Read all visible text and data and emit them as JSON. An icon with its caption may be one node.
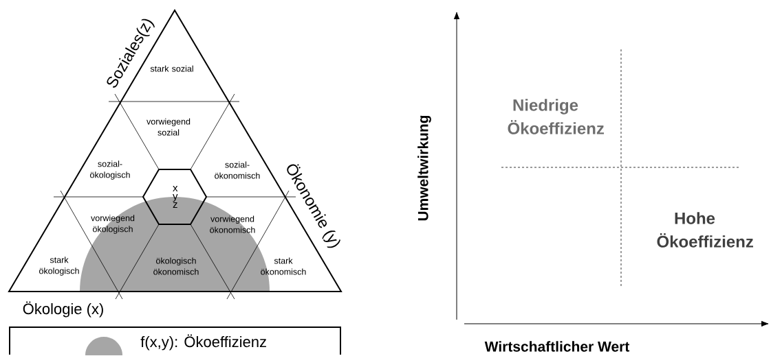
{
  "diagram": {
    "nodes": [
      {
        "text": [
          "stark sozial"
        ]
      },
      {
        "text": [
          "vorwiegend sozial"
        ]
      },
      {
        "text": [
          "sozial- ökologisch"
        ]
      },
      {
        "text": [
          "x y z"
        ]
      },
      {
        "text": [
          "sozial- ökonomisch"
        ]
      },
      {
        "text": [
          "vorwiegend ökologisch"
        ]
      },
      {
        "text": [
          "vorwiegend ökonomisch"
        ]
      },
      {
        "text": [
          "stark ökologisch"
        ]
      },
      {
        "text": [
          "ökologisch ökonomisch"
        ]
      },
      {
        "text": [
          "stark ökonomisch"
        ]
      }
    ],
    "labels": [
      "Soziales(z)",
      "Ökonomie (y)",
      "Ökologie (x)",
      "Umweltwirkung",
      "Niedrige Ökoeffizienz",
      "Hohe Ökoeffizienz",
      "Wirtschaftlicher Wert"
    ],
    "legend": [
      {
        "text": "f(x,y): Ökoeffizienz",
        "color": "#a6a6a6"
      }
    ]
  }
}
